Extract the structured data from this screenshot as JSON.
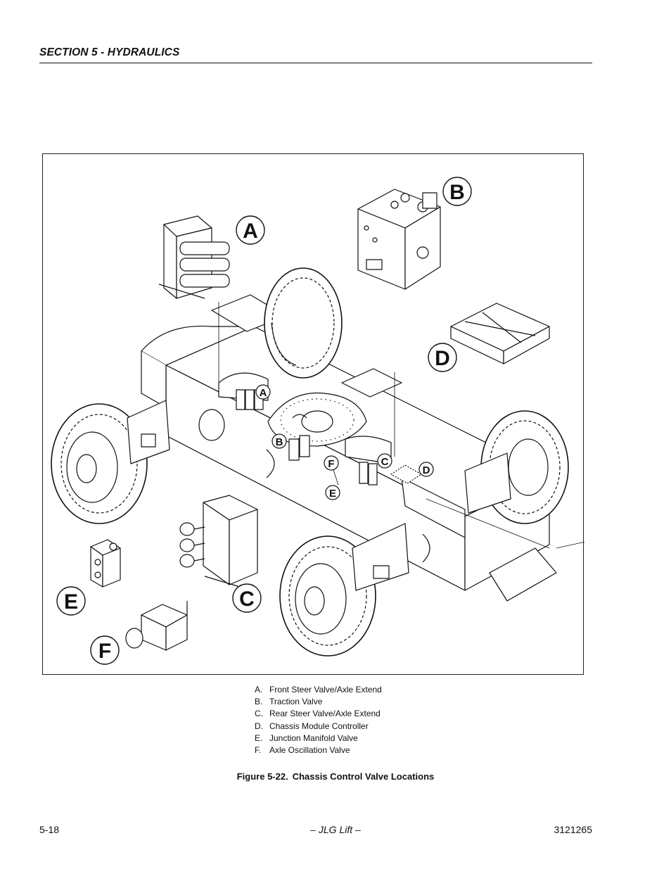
{
  "header": {
    "section_title": "SECTION 5 - HYDRAULICS"
  },
  "figure": {
    "callouts_large": [
      "A",
      "B",
      "C",
      "D",
      "E",
      "F"
    ],
    "callouts_small": [
      "A",
      "B",
      "C",
      "D",
      "E",
      "F"
    ]
  },
  "legend": {
    "items": [
      {
        "key": "A.",
        "label": "Front Steer Valve/Axle Extend"
      },
      {
        "key": "B.",
        "label": "Traction Valve"
      },
      {
        "key": "C.",
        "label": "Rear Steer Valve/Axle Extend"
      },
      {
        "key": "D.",
        "label": "Chassis Module Controller"
      },
      {
        "key": "E.",
        "label": "Junction Manifold Valve"
      },
      {
        "key": "F.",
        "label": "Axle Oscillation Valve"
      }
    ]
  },
  "caption": {
    "number": "Figure 5-22.",
    "title": "Chassis Control Valve Locations"
  },
  "footer": {
    "page_number": "5-18",
    "center": "– JLG Lift –",
    "doc_number": "3121265"
  }
}
